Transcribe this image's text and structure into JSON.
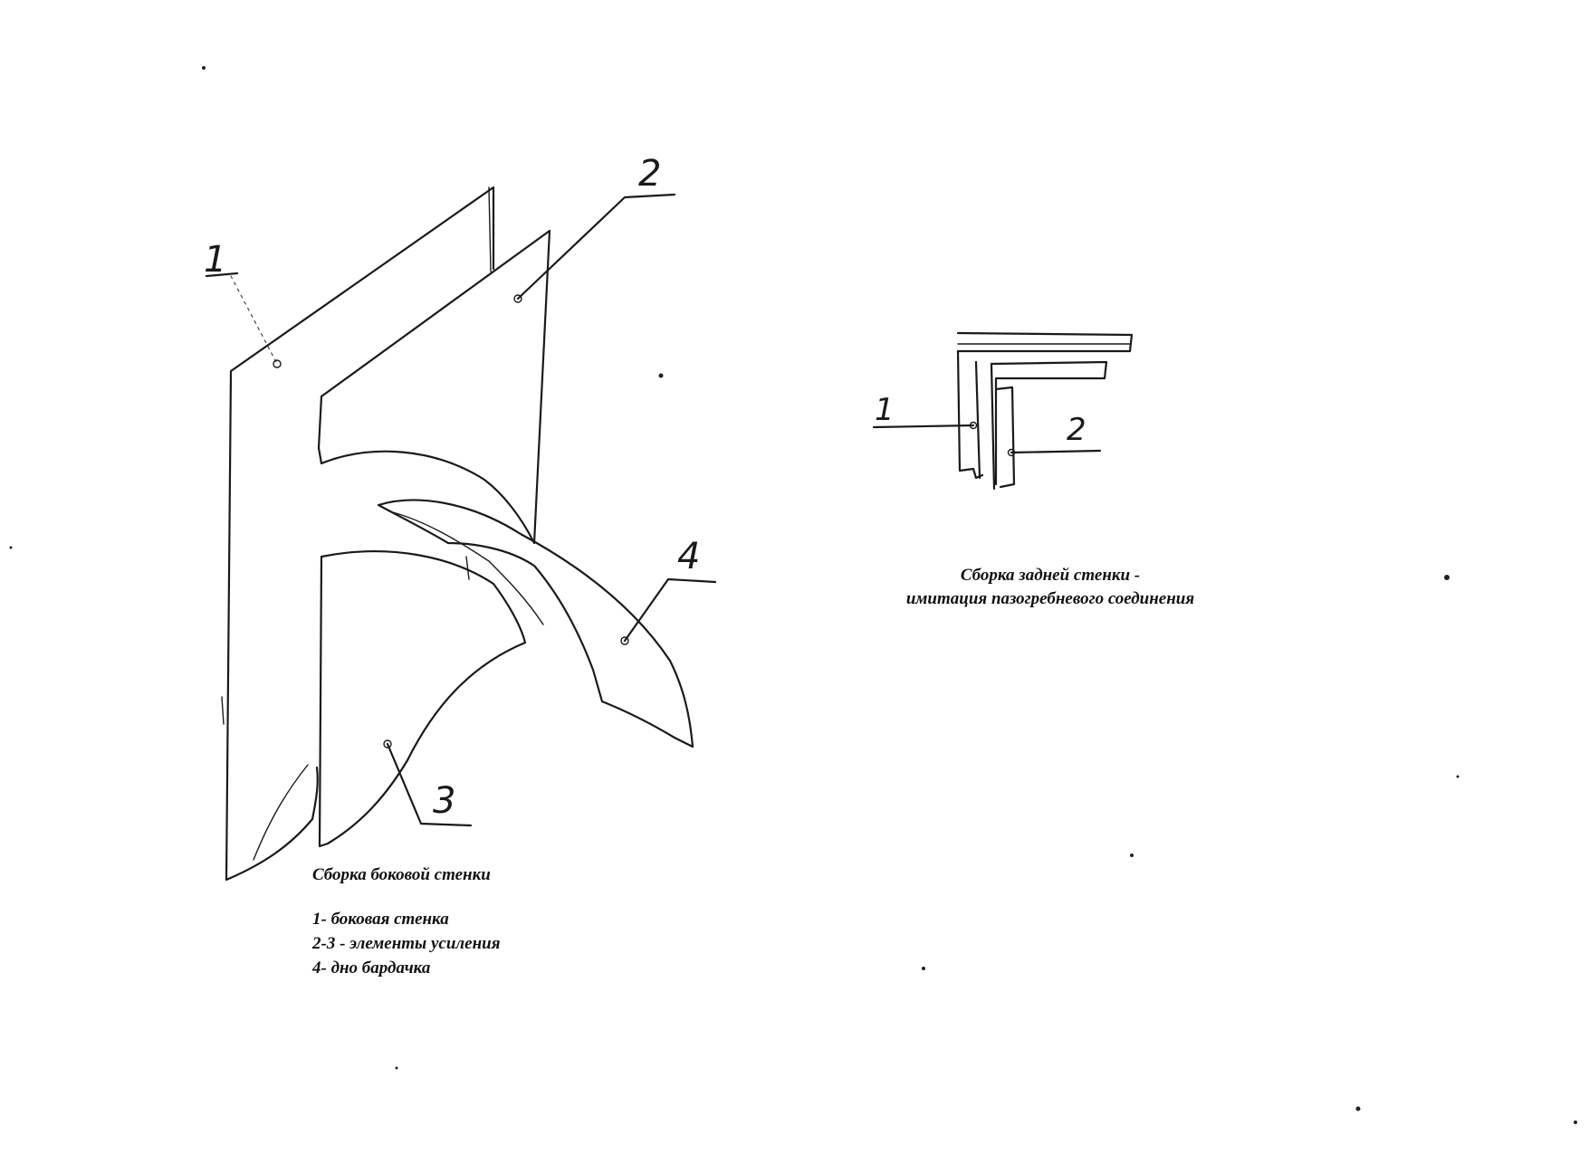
{
  "side_wall": {
    "callouts": [
      "1",
      "2",
      "3",
      "4"
    ],
    "title": "Сборка боковой стенки",
    "legend": [
      "1- боковая стенка",
      "2-3 - элементы усиления",
      "4- дно бардачка"
    ]
  },
  "back_wall": {
    "callouts": [
      "1",
      "2"
    ],
    "title_line1": "Сборка задней стенки -",
    "title_line2": "имитация пазогребневого соединения"
  }
}
